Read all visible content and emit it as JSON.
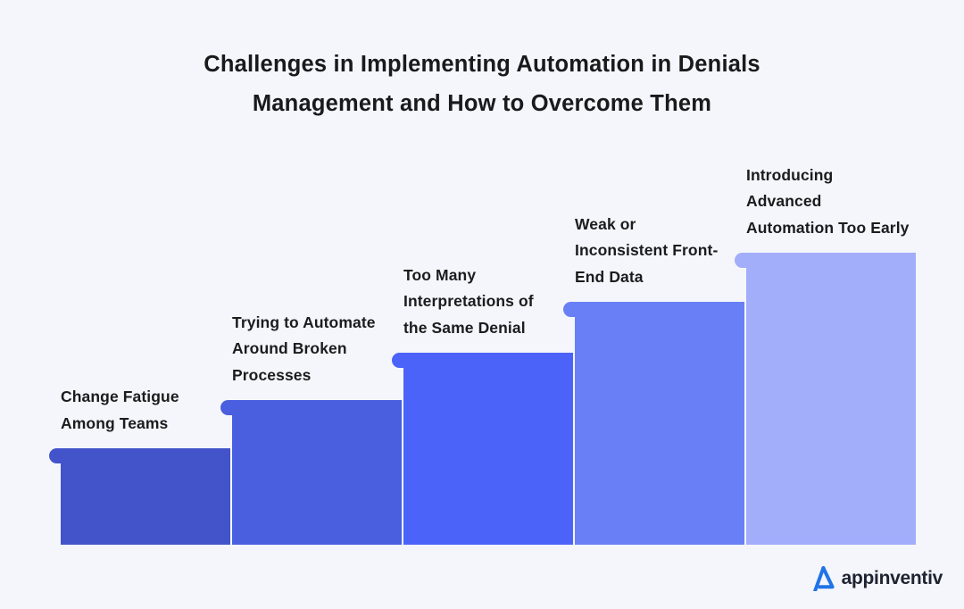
{
  "header": {
    "title_lines": [
      "Challenges in Implementing Automation in Denials",
      "Management and How to Overcome Them"
    ]
  },
  "chart_data": {
    "type": "bar",
    "title": "Challenges in Implementing Automation in Denials Management and How to Overcome Them",
    "categories": [
      "Change Fatigue Among Teams",
      "Trying to Automate Around Broken Processes",
      "Too Many Interpretations of the Same Denial",
      "Weak or Inconsistent Front-End Data",
      "Introducing Advanced Automation Too Early"
    ],
    "label_lines": [
      [
        "Change Fatigue",
        "Among Teams"
      ],
      [
        "Trying to Automate",
        "Around Broken",
        "Processes"
      ],
      [
        "Too Many",
        "Interpretations of",
        "the Same Denial"
      ],
      [
        "Weak or",
        "Inconsistent Front-",
        "End Data"
      ],
      [
        "Introducing",
        "Advanced",
        "Automation Too Early"
      ]
    ],
    "values": [
      108,
      162,
      215,
      272,
      327
    ],
    "value_unit": "relative bar height in px (ascending steps, no numeric axis shown)",
    "bar_colors": [
      "#4354CB",
      "#4A5FDF",
      "#4B63F8",
      "#697FF6",
      "#A2AEFA"
    ],
    "xlabel": "",
    "ylabel": "",
    "grid": false,
    "legend": false
  },
  "footer": {
    "logo_text": "appinventiv",
    "logo_mark_color": "#2173E8"
  },
  "colors": {
    "background": "#F5F6FB",
    "title_text": "#191A1C",
    "label_text": "#1C1C1E"
  }
}
